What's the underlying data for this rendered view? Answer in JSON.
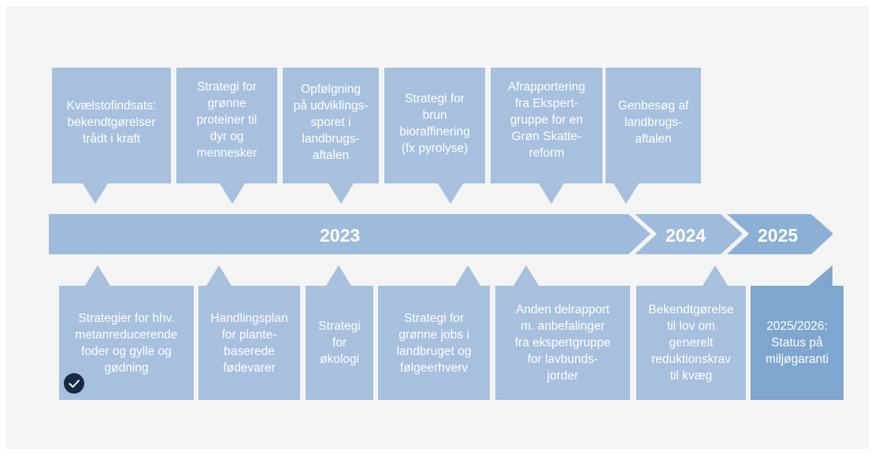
{
  "timeline": {
    "years": [
      {
        "label": "2023"
      },
      {
        "label": "2024"
      },
      {
        "label": "2025"
      }
    ],
    "colors": {
      "box": "#a6c0dd",
      "box_dark": "#7ea6cf",
      "arrow": "#9ebbdc",
      "check_badge": "#1b2a44",
      "background": "#f4f4f4"
    }
  },
  "top_items": [
    {
      "text": "Kvælstofindsats:\nbekendtgørelser\ntrådt i kraft"
    },
    {
      "text": "Strategi for\ngrønne\nproteiner til\ndyr og\nmennesker"
    },
    {
      "text": "Opfølgning\npå udviklings-\nsporet i\nlandbrugs-\naftalen"
    },
    {
      "text": "Strategi for\nbrun\nbioraffinering\n(fx pyrolyse)"
    },
    {
      "text": "Afrapportering\nfra Ekspert-\ngruppe for en\nGrøn Skatte-\nreform"
    },
    {
      "text": "Genbesøg af\nlandbrugs-\naftalen"
    }
  ],
  "bottom_items": [
    {
      "text": "Strategier for hhv.\nmetanreducerende\nfoder og gylle og\ngødning",
      "completed": true
    },
    {
      "text": "Handlingsplan\nfor plante-\nbaserede\nfødevarer"
    },
    {
      "text": "Strategi\nfor\nøkologi"
    },
    {
      "text": "Strategi for\ngrønne jobs i\nlandbruget og\nfølgeerhverv"
    },
    {
      "text": "Anden delrapport\nm. anbefalinger\nfra ekspertgruppe\nfor lavbunds-\njorder"
    },
    {
      "text": "Bekendtgørelse\ntil lov om\ngenerelt\nreduktionskrav\ntil kvæg"
    },
    {
      "text": "2025/2026:\nStatus på\nmiljøgaranti"
    }
  ],
  "icons": {
    "completed": "check-circle-icon"
  }
}
